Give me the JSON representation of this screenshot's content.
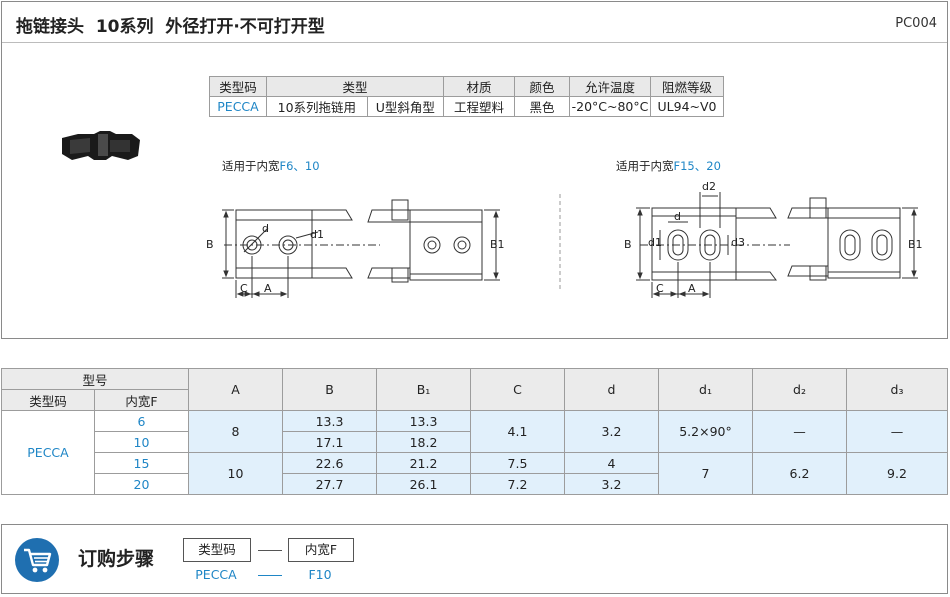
{
  "header": {
    "title": "拖链接头  10系列  外径打开·不可打开型",
    "code": "PC004"
  },
  "spec_table": {
    "headers": [
      "类型码",
      "类型",
      "材质",
      "颜色",
      "允许温度",
      "阻燃等级"
    ],
    "row": {
      "code": "PECCA",
      "type_a": "10系列拖链用",
      "type_b": "U型斜角型",
      "material": "工程塑料",
      "color": "黑色",
      "temp": "-20°C~80°C",
      "flame": "UL94~V0"
    }
  },
  "diagrams": {
    "left_label_prefix": "适用于内宽",
    "left_label_value": "F6、10",
    "right_label_prefix": "适用于内宽",
    "right_label_value": "F15、20",
    "dims": {
      "B": "B",
      "B1": "B1",
      "C": "C",
      "A": "A",
      "d": "d",
      "d1": "d1",
      "d2": "d2",
      "d3": "d3"
    }
  },
  "main_table": {
    "group_header": "型号",
    "sub_headers": [
      "类型码",
      "内宽F"
    ],
    "col_headers": [
      "A",
      "B",
      "B₁",
      "C",
      "d",
      "d₁",
      "d₂",
      "d₃"
    ],
    "type_code": "PECCA",
    "rows": [
      {
        "F": "6",
        "A": "8",
        "B": "13.3",
        "B1": "13.3",
        "C": "4.1",
        "d": "3.2",
        "d1": "5.2×90°",
        "d2": "—",
        "d3": "—"
      },
      {
        "F": "10",
        "A": "8",
        "B": "17.1",
        "B1": "18.2",
        "C": "4.1",
        "d": "3.2",
        "d1": "5.2×90°",
        "d2": "—",
        "d3": "—"
      },
      {
        "F": "15",
        "A": "10",
        "B": "22.6",
        "B1": "21.2",
        "C": "7.5",
        "d": "4",
        "d1": "7",
        "d2": "6.2",
        "d3": "9.2"
      },
      {
        "F": "20",
        "A": "10",
        "B": "27.7",
        "B1": "26.1",
        "C": "7.2",
        "d": "3.2",
        "d1": "7",
        "d2": "6.2",
        "d3": "9.2"
      }
    ]
  },
  "order": {
    "title": "订购步骤",
    "icon": "shopping-cart-icon",
    "box1": "类型码",
    "box2": "内宽F",
    "val1": "PECCA",
    "val2": "F10"
  },
  "colors": {
    "accent": "#1f86c6",
    "cell_highlight": "#e1f0fb",
    "cart_icon": "#1f6fb0"
  }
}
